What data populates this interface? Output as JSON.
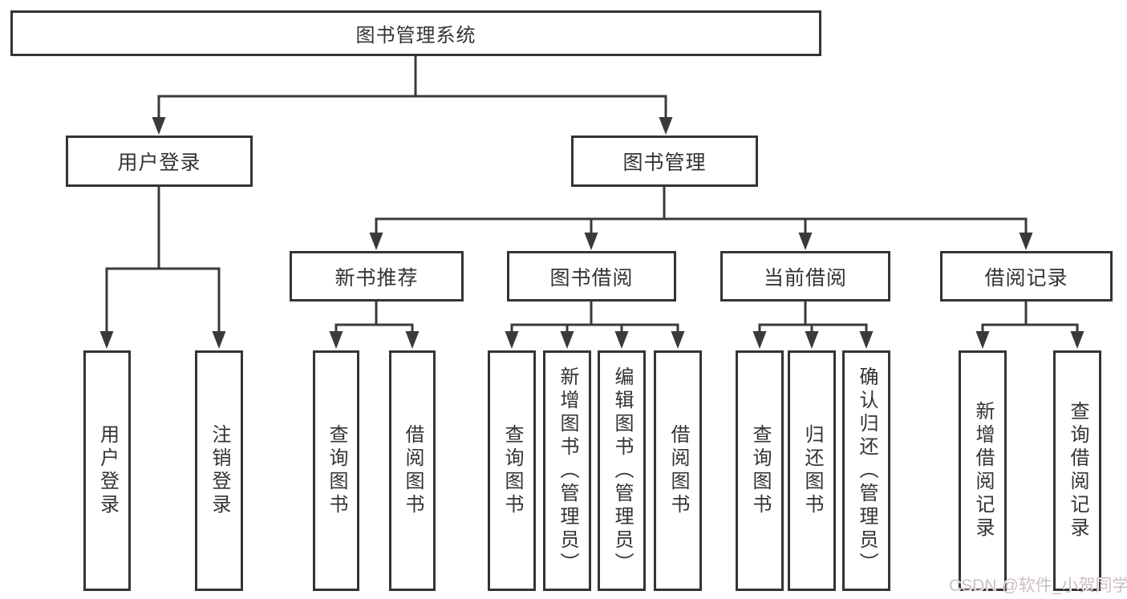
{
  "diagram": {
    "root": "图书管理系统",
    "user_login": {
      "label": "用户登录",
      "children": [
        {
          "label": "用户登录"
        },
        {
          "label": "注销登录"
        }
      ]
    },
    "book_mgmt": {
      "label": "图书管理",
      "groups": [
        {
          "label": "新书推荐",
          "children": [
            {
              "label": "查询图书"
            },
            {
              "label": "借阅图书"
            }
          ]
        },
        {
          "label": "图书借阅",
          "children": [
            {
              "label": "查询图书"
            },
            {
              "label": "新增图书（管理员）"
            },
            {
              "label": "编辑图书（管理员）"
            },
            {
              "label": "借阅图书"
            }
          ]
        },
        {
          "label": "当前借阅",
          "children": [
            {
              "label": "查询图书"
            },
            {
              "label": "归还图书"
            },
            {
              "label": "确认归还（管理员）"
            }
          ]
        },
        {
          "label": "借阅记录",
          "children": [
            {
              "label": "新增借阅记录"
            },
            {
              "label": "查询借阅记录"
            }
          ]
        }
      ]
    }
  },
  "watermark": "CSDN @软件_小贺同学",
  "colors": {
    "line": "#3a3a3a",
    "box_border": "#343434",
    "text": "#333333",
    "watermark": "#cbc0c0",
    "background": "#ffffff"
  }
}
